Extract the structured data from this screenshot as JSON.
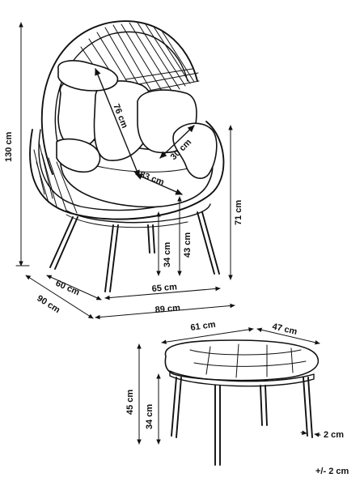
{
  "dimensions": {
    "chair_diagonal": "76 cm",
    "chair_inner_depth": "30 cm",
    "seat_width": "83 cm",
    "total_height": "130 cm",
    "arm_height": "71 cm",
    "seat_height_43": "43 cm",
    "seat_height_34": "34 cm",
    "depth_60": "60 cm",
    "width_65": "65 cm",
    "depth_90": "90 cm",
    "width_89": "89 cm",
    "stool_width": "61 cm",
    "stool_depth": "47 cm",
    "stool_height": "45 cm",
    "stool_leg_height": "34 cm",
    "leg_diameter": "2 cm"
  },
  "tolerance": "+/- 2 cm",
  "colors": {
    "line": "#111111",
    "background": "#ffffff"
  }
}
